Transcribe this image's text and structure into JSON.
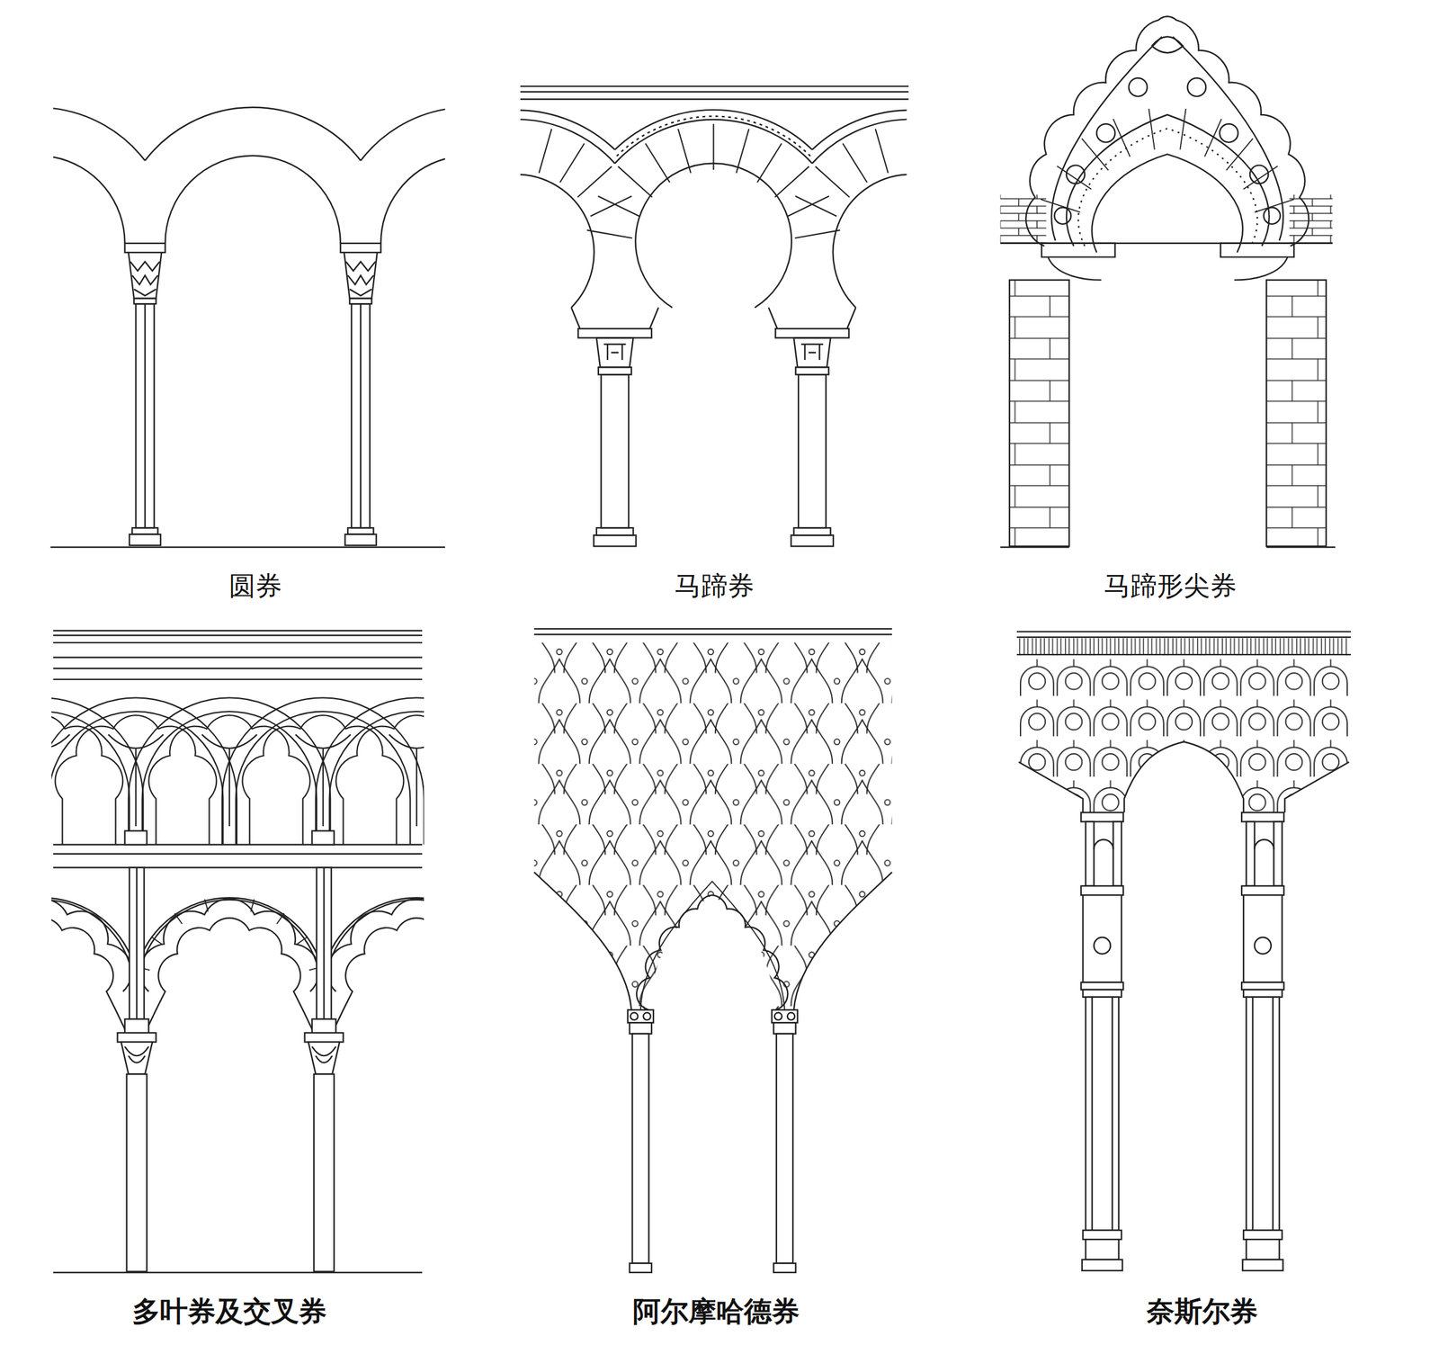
{
  "diagram": {
    "labels": [
      "圆券",
      "马蹄券",
      "马蹄形尖券",
      "多叶券及交叉券",
      "阿尔摩哈德券",
      "奈斯尔券"
    ]
  }
}
